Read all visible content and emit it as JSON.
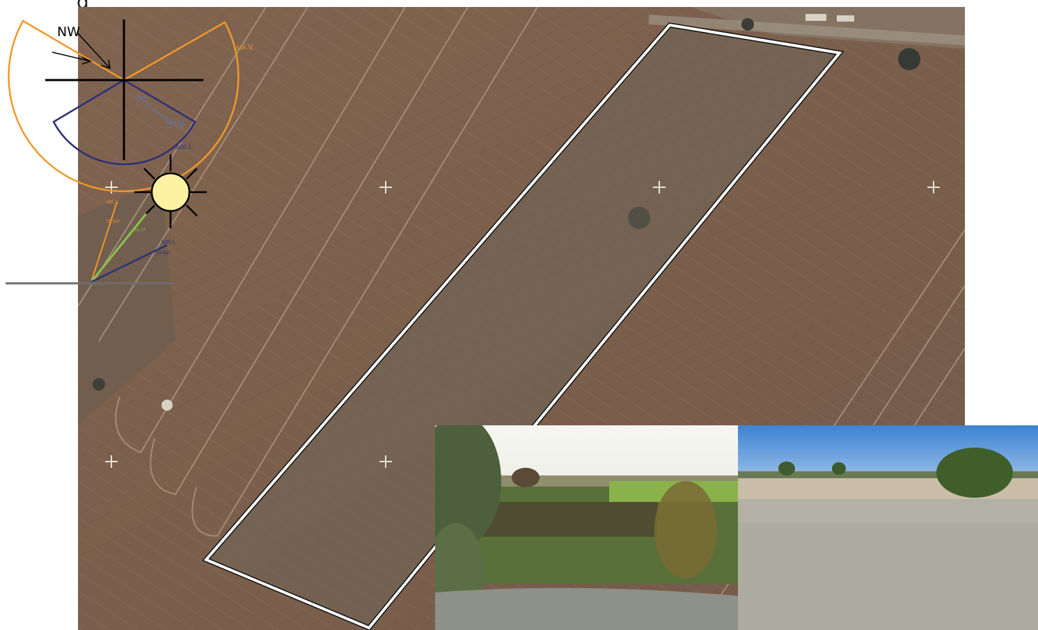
{
  "title": "g",
  "compass": {
    "north_west": "NW",
    "south_west": "SW",
    "summer_label": "sol.V.",
    "winter_label": "sol.i."
  },
  "sun_angles": {
    "summer_label": "sol.V.",
    "summer_angle": "75.53º",
    "equinox_angle": "52.1º",
    "winter_label": "sol.i.",
    "winter_angle": "28.66º"
  },
  "colors": {
    "summer": "#f0982a",
    "winter": "#2c2f78",
    "equinox": "#8bc34a",
    "sun_fill": "#fdf2a2",
    "field": "#7b6350",
    "plot_border": "#ffffff",
    "horizon": "#6e6e6e"
  },
  "icons": {
    "sun": "sun-icon",
    "map_marker": "crosshair-marker-icon"
  }
}
